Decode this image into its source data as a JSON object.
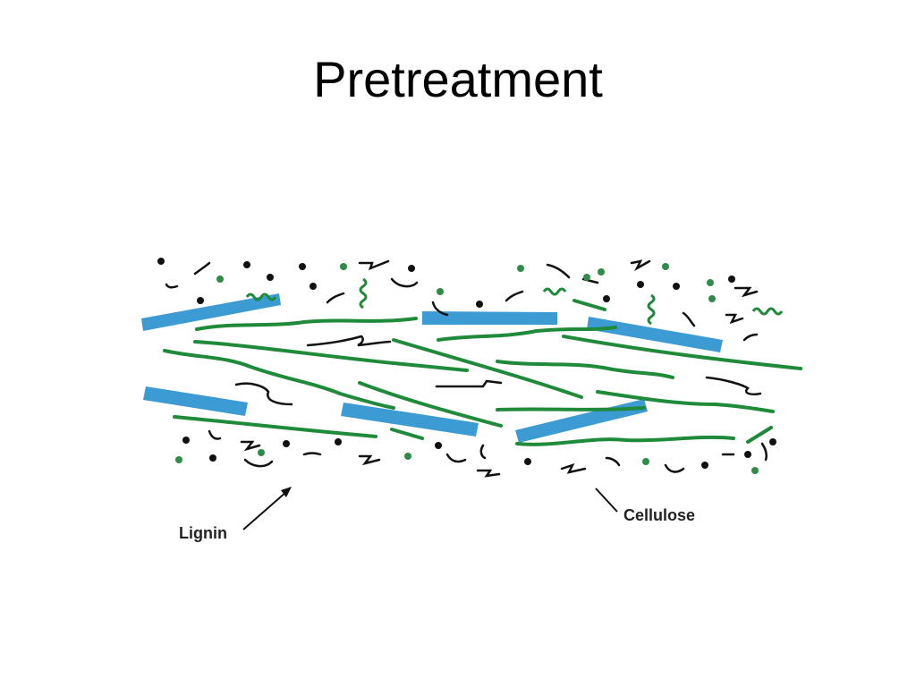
{
  "slide": {
    "title": "Pretreatment"
  },
  "diagram": {
    "labels": {
      "lignin": "Lignin",
      "cellulose": "Cellulose"
    },
    "colors": {
      "cellulose_bar": "#3d9bd4",
      "hemicellulose_strand": "#1e8a3a",
      "lignin_fragment": "#111111",
      "sugar_dot_green": "#2e8b4a",
      "lignin_dot_black": "#111111"
    }
  }
}
